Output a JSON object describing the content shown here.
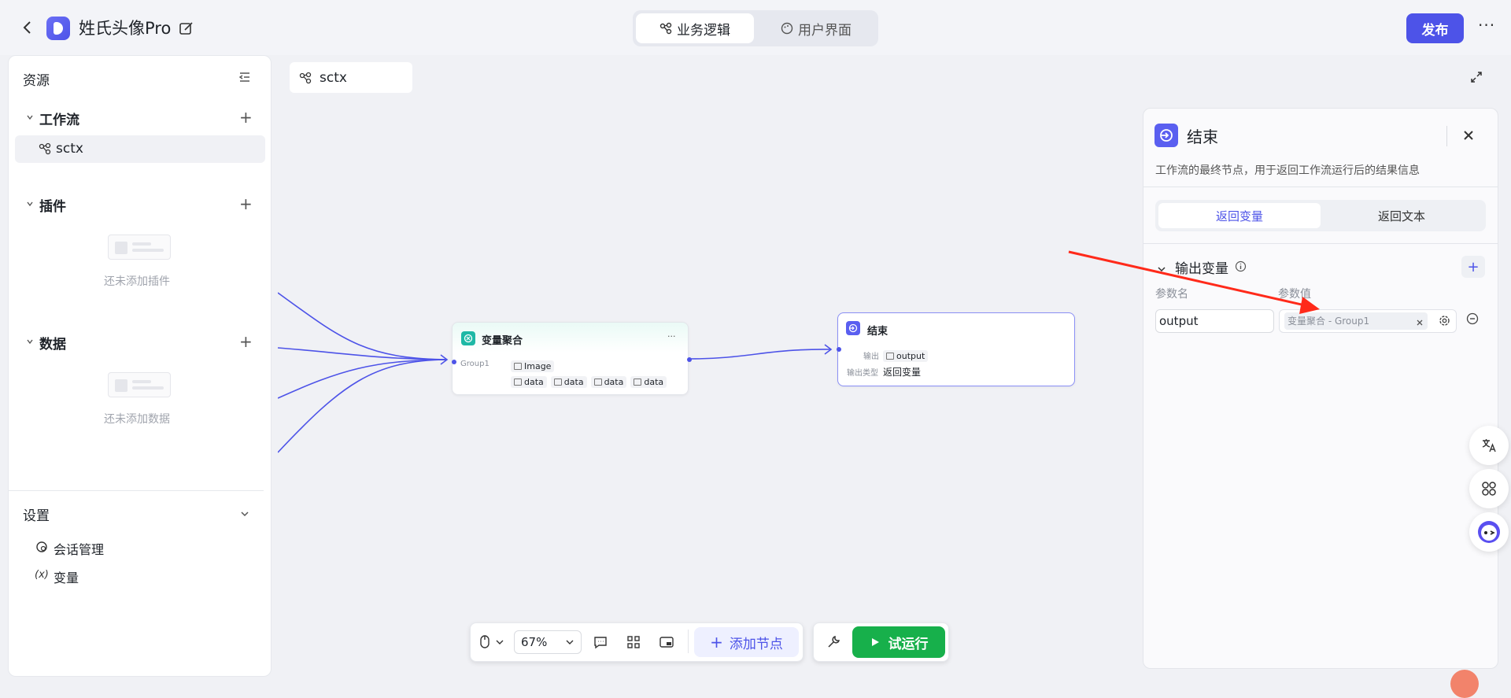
{
  "header": {
    "app_title": "姓氏头像Pro",
    "mode_tabs": [
      {
        "label": "业务逻辑",
        "active": true
      },
      {
        "label": "用户界面",
        "active": false
      }
    ],
    "publish_label": "发布",
    "more_label": "···"
  },
  "sidebar": {
    "title": "资源",
    "workflow_section": "工作流",
    "workflow_items": [
      "sctx"
    ],
    "plugin_section": "插件",
    "plugin_empty": "还未添加插件",
    "data_section": "数据",
    "data_empty": "还未添加数据",
    "settings_section": "设置",
    "settings_items": [
      {
        "label": "会话管理",
        "icon": "chat-gear-icon"
      },
      {
        "label": "变量",
        "icon": "variable-icon"
      }
    ]
  },
  "canvas": {
    "workflow_tag": "sctx",
    "aggregate_node": {
      "title": "变量聚合",
      "more": "···",
      "group_label": "Group1",
      "chips_row1": [
        "Image"
      ],
      "chips_row2": [
        "data",
        "data",
        "data",
        "data"
      ]
    },
    "end_node": {
      "title": "结束",
      "output_label": "输出",
      "output_value": "output",
      "type_label": "输出类型",
      "type_value": "返回变量"
    }
  },
  "panel": {
    "title": "结束",
    "description": "工作流的最终节点，用于返回工作流运行后的结果信息",
    "tabs": [
      {
        "label": "返回变量",
        "active": true
      },
      {
        "label": "返回文本",
        "active": false
      }
    ],
    "section_title": "输出变量",
    "col_name": "参数名",
    "col_value": "参数值",
    "row_name": "output",
    "row_ref": "变量聚合 - Group1"
  },
  "toolbar": {
    "zoom": "67%",
    "add_node_label": "添加节点",
    "run_label": "试运行"
  },
  "colors": {
    "accent": "#4d53e8",
    "run_green": "#17b04b",
    "annotation_red": "#ff2a1a"
  }
}
